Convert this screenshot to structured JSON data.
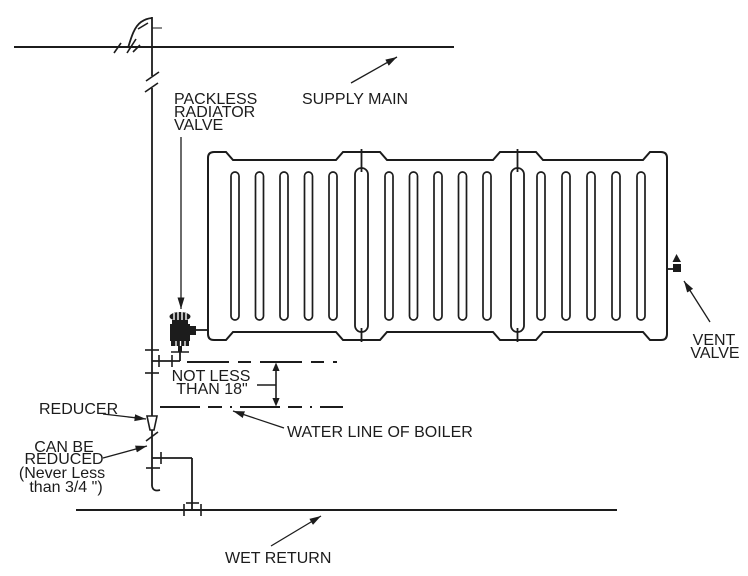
{
  "colors": {
    "line": "#1c1c1c",
    "bg": "#ffffff",
    "muted": "#8a8a8a"
  },
  "labels": {
    "packless_valve": {
      "lines": [
        "PACKLESS",
        "RADIATOR",
        "VALVE"
      ]
    },
    "supply_main": "SUPPLY MAIN",
    "vent_valve": {
      "lines": [
        "VENT",
        "VALVE"
      ]
    },
    "not_less": {
      "lines": [
        "NOT LESS",
        "THAN 18\""
      ]
    },
    "reducer": "REDUCER",
    "can_be_reduced": {
      "lines": [
        "CAN BE",
        "REDUCED",
        "(Never Less",
        "than 3/4 \")"
      ]
    },
    "water_line": "WATER LINE OF BOILER",
    "wet_return": "WET RETURN"
  },
  "dimension": {
    "min_riser_height": "NOT LESS THAN 18\"",
    "value": "18\""
  },
  "radiator": {
    "sections": 3,
    "tubes_per_section": 5
  }
}
